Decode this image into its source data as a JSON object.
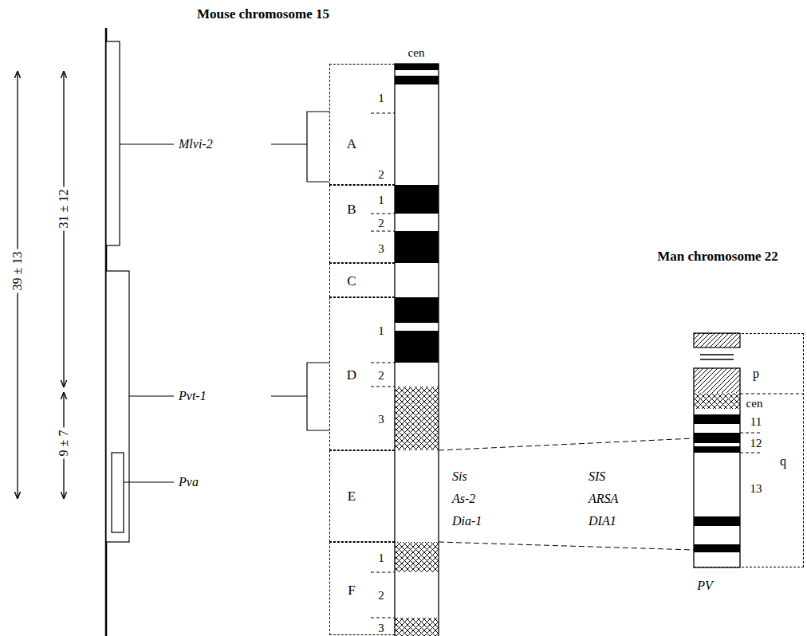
{
  "diagram": {
    "title": "Mouse chromosome 15",
    "nodes": [
      {
        "text": [
          "A",
          "1",
          "2"
        ]
      },
      {
        "text": [
          "B",
          "1",
          "2",
          "3"
        ]
      },
      {
        "text": [
          "C"
        ]
      },
      {
        "text": [
          "D",
          "1",
          "2",
          "3"
        ]
      },
      {
        "text": [
          "E"
        ]
      },
      {
        "text": [
          "F",
          "1",
          "2",
          "3"
        ]
      },
      {
        "text": [
          "p",
          "cen",
          "11",
          "12",
          "q",
          "13"
        ]
      }
    ],
    "labels": [
      "39 ± 13",
      "31 ± 12",
      "9 ± 7",
      "Mlvi-2",
      "Pvt-1",
      "Pva",
      "cen",
      "Sis",
      "As-2",
      "Dia-1",
      "SIS",
      "ARSA",
      "DIA1",
      "Man chromosome 22",
      "PV"
    ]
  }
}
